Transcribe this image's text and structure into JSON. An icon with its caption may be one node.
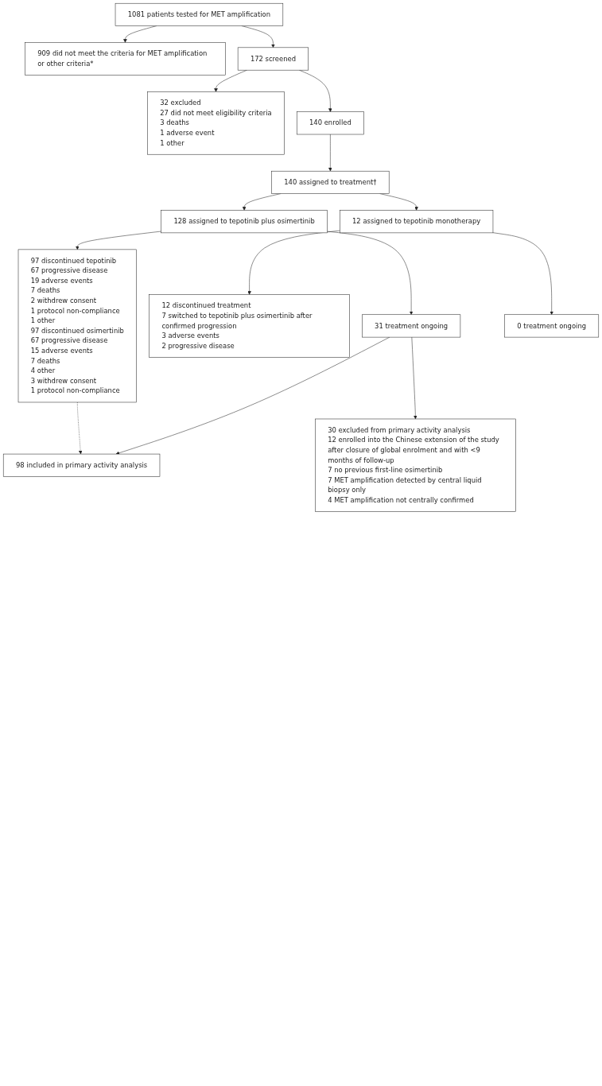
{
  "diagram": {
    "nodes": [
      {
        "text": [
          "1081 patients tested for MET amplification"
        ]
      },
      {
        "text": [
          "909 did not meet the criteria for MET amplification or other criteria*"
        ]
      },
      {
        "text": [
          "172 screened"
        ]
      },
      {
        "text": [
          "32 excluded",
          "27 did not meet eligibility criteria",
          "3 deaths",
          "1 adverse event",
          "1 other"
        ]
      },
      {
        "text": [
          "140 enrolled"
        ]
      },
      {
        "text": [
          "140 assigned to treatment†"
        ]
      },
      {
        "text": [
          "128 assigned to tepotinib plus osimertinib"
        ]
      },
      {
        "text": [
          "12 assigned to tepotinib monotherapy"
        ]
      },
      {
        "text": [
          "97 discontinued tepotinib",
          "67 progressive disease",
          "19 adverse events",
          "7 deaths",
          "2 withdrew consent",
          "1 protocol non-compliance",
          "1 other",
          "97 discontinued osimertinib",
          "67 progressive disease",
          "15 adverse events",
          "7 deaths",
          "4 other",
          "3 withdrew consent",
          "1 protocol non-compliance"
        ]
      },
      {
        "text": [
          "12 discontinued treatment",
          "7 switched to tepotinib plus osimertinib after confirmed progression",
          "3 adverse events",
          "2 progressive disease"
        ]
      },
      {
        "text": [
          "31 treatment ongoing"
        ]
      },
      {
        "text": [
          "0 treatment ongoing"
        ]
      },
      {
        "text": [
          "30 excluded from primary activity analysis",
          "12 enrolled into the Chinese extension of the study after closure of global enrolment and with <9 months of follow-up",
          "7 no previous first-line osimertinib",
          "7 MET amplification detected by central liquid biopsy only",
          "4 MET amplification not centrally confirmed"
        ]
      },
      {
        "text": [
          "98 included in primary activity analysis"
        ]
      }
    ],
    "edges": [
      {
        "from": 0,
        "to": 1,
        "arrow": "to"
      },
      {
        "from": 0,
        "to": 2,
        "arrow": "to"
      },
      {
        "from": 2,
        "to": 3,
        "arrow": "to"
      },
      {
        "from": 2,
        "to": 4,
        "arrow": "to"
      },
      {
        "from": 4,
        "to": 5,
        "arrow": "to"
      },
      {
        "from": 5,
        "to": 6,
        "arrow": "to"
      },
      {
        "from": 5,
        "to": 7,
        "arrow": "to"
      },
      {
        "from": 6,
        "to": 8,
        "arrow": "to"
      },
      {
        "from": 6,
        "to": 10,
        "arrow": "to"
      },
      {
        "from": 7,
        "to": 9,
        "arrow": "to"
      },
      {
        "from": 7,
        "to": 11,
        "arrow": "to"
      },
      {
        "from": 8,
        "to": 13,
        "arrow": "to",
        "style": "dashed"
      },
      {
        "from": 10,
        "to": 12,
        "arrow": "to"
      },
      {
        "from": 10,
        "to": 13,
        "arrow": "to"
      }
    ]
  }
}
